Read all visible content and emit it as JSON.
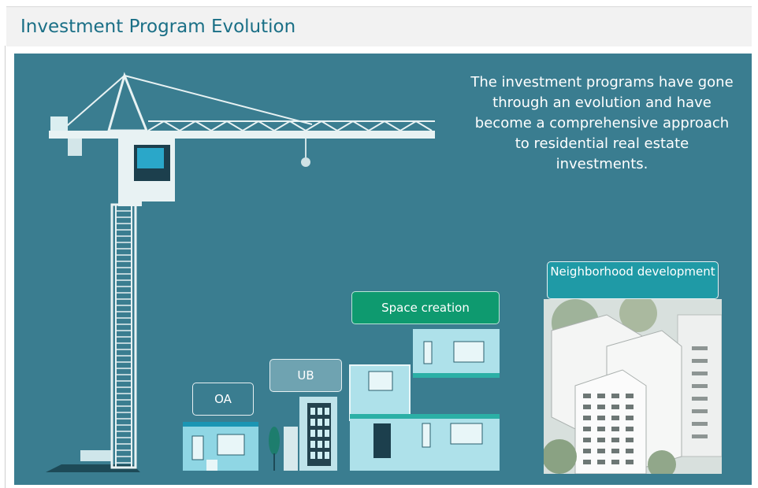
{
  "header": {
    "title": "Investment Program Evolution"
  },
  "description": "The investment programs have gone through an evolution and have become a comprehensive approach to residential real estate investments.",
  "labels": {
    "oa": "OA",
    "ub": "UB",
    "space_creation": "Space creation",
    "neighborhood": "Neighborhood development"
  },
  "colors": {
    "panel_bg": "#3a7d90",
    "title": "#1a6f86",
    "space_creation_bg": "#0e9a6f",
    "neighborhood_bg": "#1f9aa6",
    "ub_bg": "#6fa3b1"
  }
}
